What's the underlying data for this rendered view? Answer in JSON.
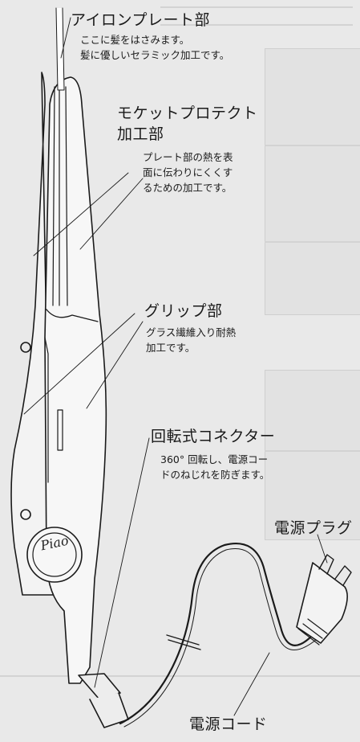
{
  "labels": {
    "iron_plate": {
      "title": "アイロンプレート部",
      "desc": [
        "ここに髪をはさみます。",
        "髪に優しいセラミック加工です。"
      ]
    },
    "moquette": {
      "title": [
        "モケットプロテクト",
        "加工部"
      ],
      "desc": [
        "プレート部の熱を表",
        "面に伝わりにくくす",
        "るための加工です。"
      ]
    },
    "grip": {
      "title": "グリップ部",
      "desc": [
        "グラス繊維入り耐熱",
        "加工です。"
      ]
    },
    "connector": {
      "title": "回転式コネクター",
      "desc": [
        "360°  回転し、電源コー",
        "ドのねじれを防ぎます。"
      ]
    },
    "plug": {
      "title": "電源プラグ"
    },
    "cord": {
      "title": "電源コード"
    }
  },
  "logo": "Piao",
  "colors": {
    "ink": "#1a1a1a",
    "paper": "#e9e9e9",
    "device": "#f3f3f3"
  }
}
